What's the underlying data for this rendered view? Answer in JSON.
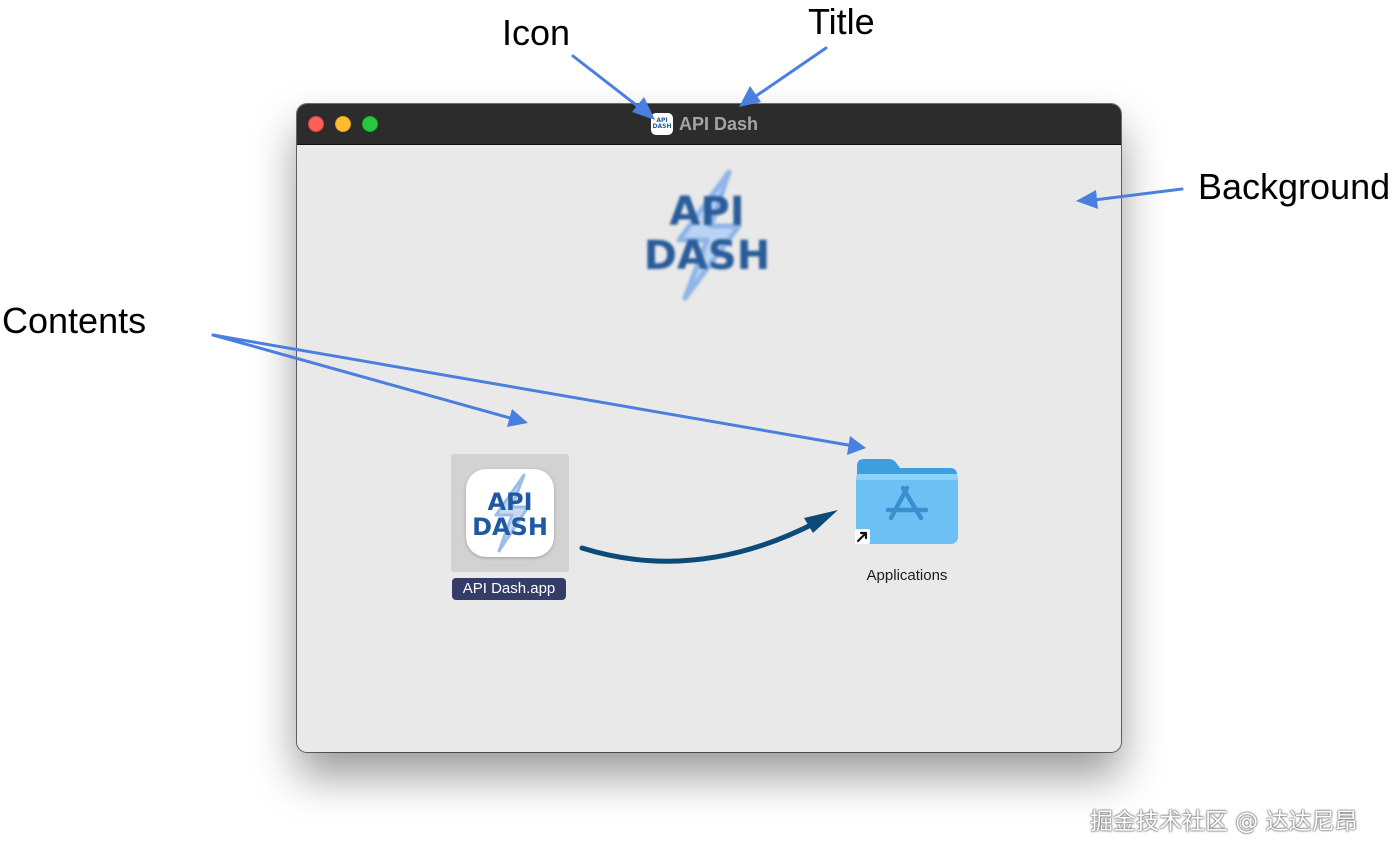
{
  "annotations": {
    "icon": "Icon",
    "title": "Title",
    "background": "Background",
    "contents": "Contents"
  },
  "window": {
    "title": "API Dash",
    "title_icon": "api-dash-logo-icon",
    "background_logo_lines": [
      "API",
      "DASH"
    ]
  },
  "contents": {
    "app": {
      "icon": "api-dash-app-icon",
      "icon_lines": [
        "API",
        "DASH"
      ],
      "label": "API Dash.app"
    },
    "applications": {
      "icon": "applications-folder-icon",
      "label": "Applications"
    }
  },
  "watermark": "掘金技术社区 @ 达达尼昂",
  "colors": {
    "annotation_arrow": "#4a7fe0",
    "install_arrow": "#0c4a78",
    "brand_blue": "#1f5aa0",
    "folder_blue": "#6cc0f3",
    "window_background": "#e9e9e9",
    "titlebar": "#2c2c2c"
  }
}
